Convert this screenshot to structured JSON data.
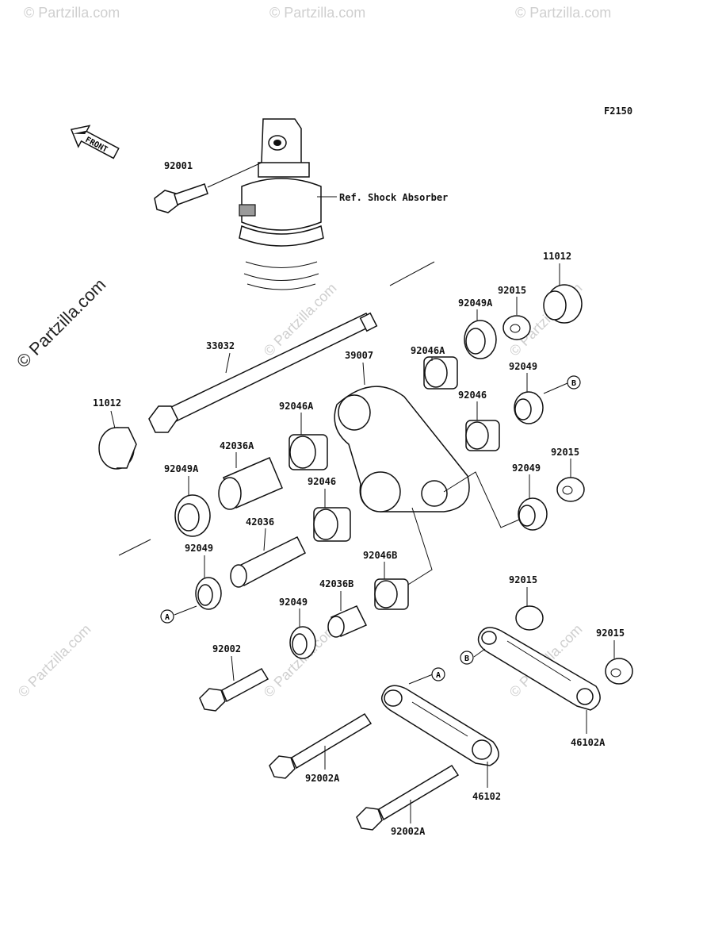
{
  "figure_code": "F2150",
  "front_label": "FRONT",
  "ref_label": "Ref. Shock Absorber",
  "watermark": "© Partzilla.com",
  "parts": {
    "p92001": "92001",
    "p33032": "33032",
    "p11012_left": "11012",
    "p11012_right": "11012",
    "p39007": "39007",
    "p92015_a": "92015",
    "p92015_b": "92015",
    "p92015_c": "92015",
    "p92015_d": "92015",
    "p92049A_right": "92049A",
    "p92049A_left": "92049A",
    "p92046A_right": "92046A",
    "p92046A_left": "92046A",
    "p92049_r1": "92049",
    "p92049_r2": "92049",
    "p92049_l1": "92049",
    "p92049_l2": "92049",
    "p92046_r": "92046",
    "p92046_l": "92046",
    "p42036A": "42036A",
    "p42036": "42036",
    "p42036B": "42036B",
    "p92046B": "92046B",
    "p92002": "92002",
    "p92002A_1": "92002A",
    "p92002A_2": "92002A",
    "p46102": "46102",
    "p46102A": "46102A"
  },
  "markers": {
    "A1": "A",
    "A2": "A",
    "B1": "B",
    "B2": "B"
  }
}
